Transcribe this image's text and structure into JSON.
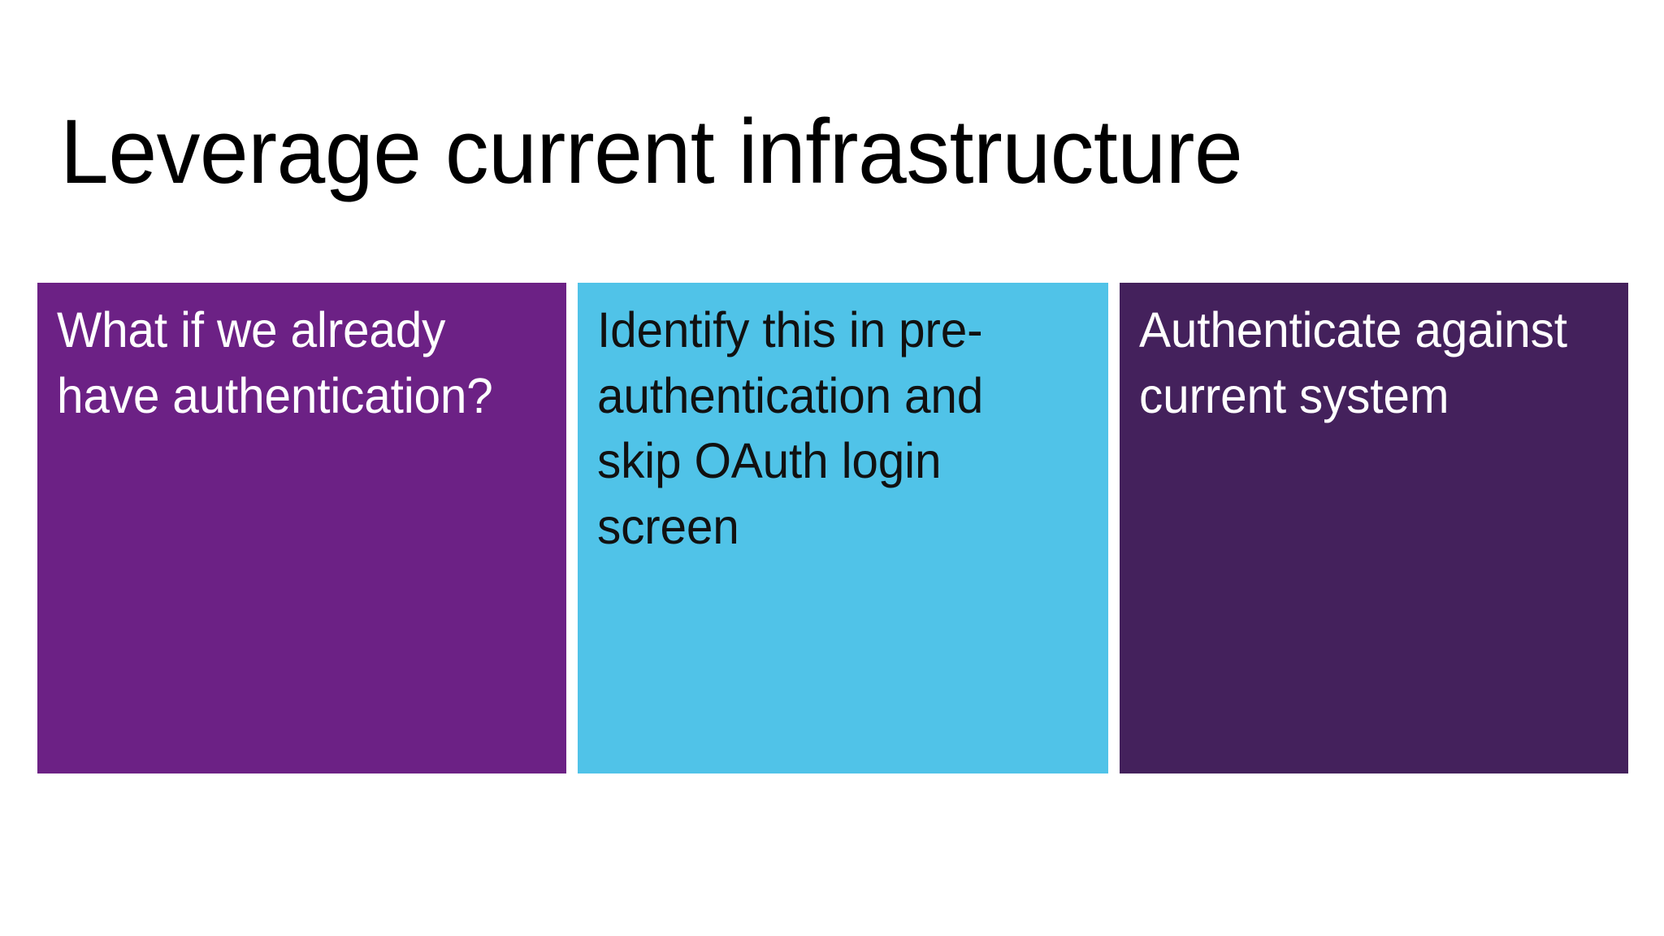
{
  "slide": {
    "title": "Leverage current infrastructure",
    "background_color": "#FFFFFF",
    "title_color": "#000000"
  },
  "panels": [
    {
      "id": "panel-existing-auth",
      "text": "What if we already have authentication?",
      "background_color": "#6C2185",
      "text_color": "#FFFFFF"
    },
    {
      "id": "panel-preauth-skip-oauth",
      "text": "Identify this in pre-authentication and skip OAuth login screen",
      "background_color": "#50C3E8",
      "text_color": "#111111"
    },
    {
      "id": "panel-authenticate-current-system",
      "text": "Authenticate against current system",
      "background_color": "#44215C",
      "text_color": "#FFFFFF"
    }
  ]
}
